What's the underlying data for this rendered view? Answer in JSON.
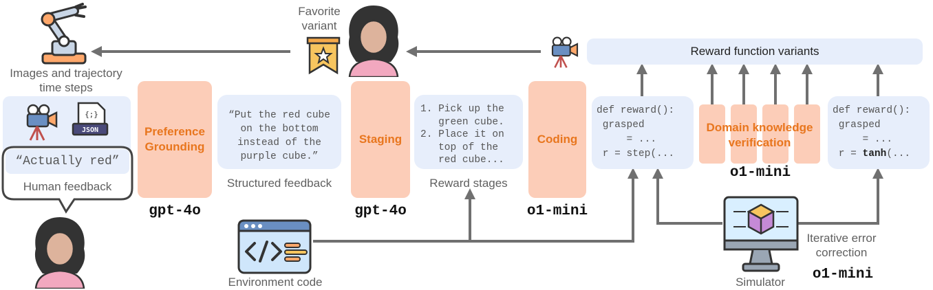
{
  "labels": {
    "favorite_variant_line1": "Favorite",
    "favorite_variant_line2": "variant",
    "images_traj_line1": "Images and trajectory",
    "images_traj_line2": "time steps",
    "structured_feedback": "Structured feedback",
    "reward_stages": "Reward stages",
    "human_feedback": "Human feedback",
    "environment_code": "Environment code",
    "simulator": "Simulator",
    "iterative_line1": "Iterative error",
    "iterative_line2": "correction",
    "reward_variants_title": "Reward function variants",
    "json_tag": "JSON"
  },
  "stages": {
    "preference_line1": "Preference",
    "preference_line2": "Grounding",
    "staging": "Staging",
    "coding": "Coding",
    "domain_line1": "Domain knowledge",
    "domain_line2": "verification"
  },
  "models": {
    "m1": "gpt-4o",
    "m2": "gpt-4o",
    "m3": "o1-mini",
    "m4": "o1-mini",
    "m5": "o1-mini"
  },
  "texts": {
    "human_quote": "“Actually red”",
    "structured_quote": "“Put the red cube\non the bottom\ninstead of the\npurple cube.”",
    "stages_list": "1. Pick up the\n   green cube.\n2. Place it on\n   top of the\n   red cube...",
    "code_left": "def reward():\n grasped\n     = ...\n r = step(...",
    "code_right_a": "def reward():\n grasped\n     = ...\n r = ",
    "code_right_bold": "tanh",
    "code_right_c": "(..."
  },
  "colors": {
    "stage_fill": "#fccdb8",
    "stage_text": "#e8761e",
    "box_fill": "#e7eefb",
    "arrow": "#707070"
  }
}
